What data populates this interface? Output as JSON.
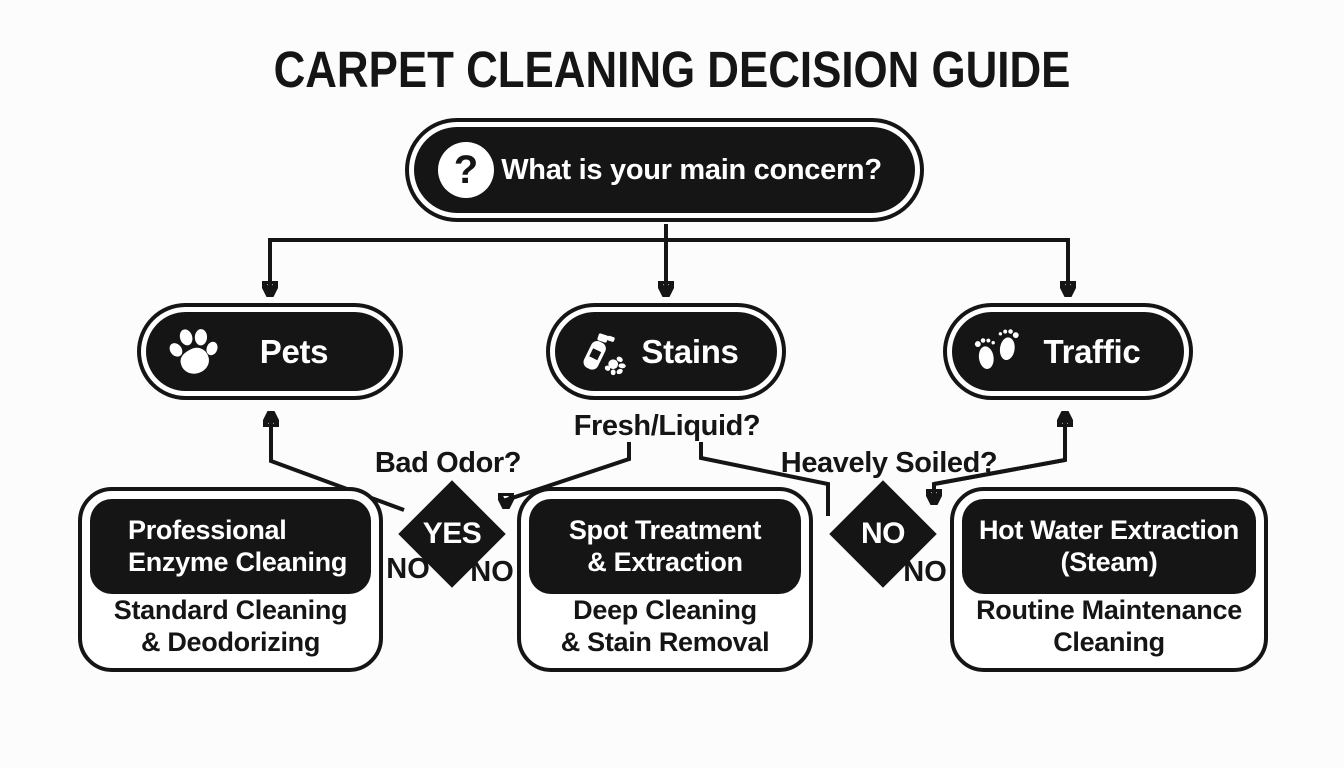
{
  "title": "CARPET CLEANING DECISION GUIDE",
  "root_question": {
    "icon": "question-mark",
    "label": "What is your main concern?"
  },
  "branches": [
    {
      "option": "Pets",
      "icon": "paw",
      "question": "Bad Odor?"
    },
    {
      "option": "Stains",
      "icon": "spray-bottle",
      "question": "Fresh/Liquid?"
    },
    {
      "option": "Traffic",
      "icon": "footprints",
      "question": "Heavely Soiled?"
    }
  ],
  "decision_diamonds": [
    {
      "label": "YES",
      "outer_left": "NO",
      "outer_right": "NO"
    },
    {
      "label": "NO",
      "outer_right": "NO"
    }
  ],
  "results": [
    {
      "primary_line1": "Professional",
      "primary_line2": "Enzyme Cleaning",
      "secondary_line1": "Standard Cleaning",
      "secondary_line2": "& Deodorizing"
    },
    {
      "primary_line1": "Spot Treatment",
      "primary_line2": "& Extraction",
      "secondary_line1": "Deep Cleaning",
      "secondary_line2": "& Stain Removal"
    },
    {
      "primary_line1": "Hot Water Extraction",
      "primary_line2": "(Steam)",
      "secondary_line1": "Routine Maintenance",
      "secondary_line2": "Cleaning"
    }
  ],
  "colors": {
    "ink": "#151515",
    "paper": "#fcfcfc",
    "white": "#ffffff"
  }
}
